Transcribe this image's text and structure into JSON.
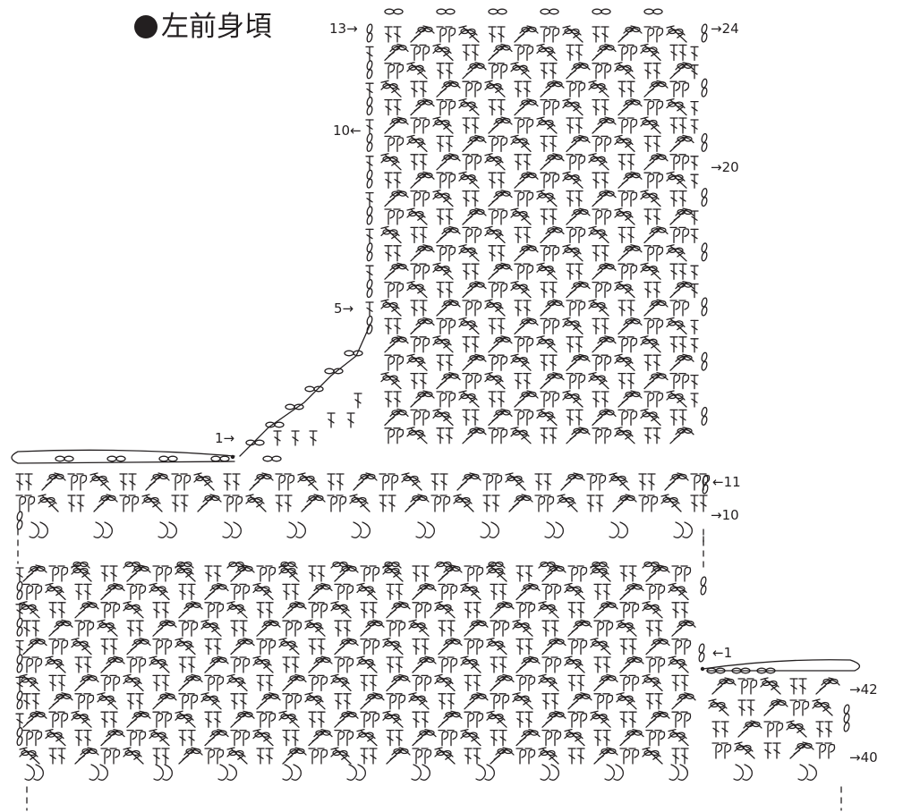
{
  "title": "左前身頃",
  "colors": {
    "ink": "#231f20",
    "background": "#ffffff"
  },
  "upper_chart": {
    "row_labels": {
      "row_13": "13→",
      "row_24": "→24",
      "row_10_left": "10←",
      "row_20": "→20",
      "row_5": "5→",
      "row_1": "1→",
      "row_11": "←11",
      "row_10_right": "→10"
    }
  },
  "lower_chart": {
    "row_labels": {
      "row_1": "←1",
      "row_42": "→42",
      "row_40": "→40"
    }
  }
}
